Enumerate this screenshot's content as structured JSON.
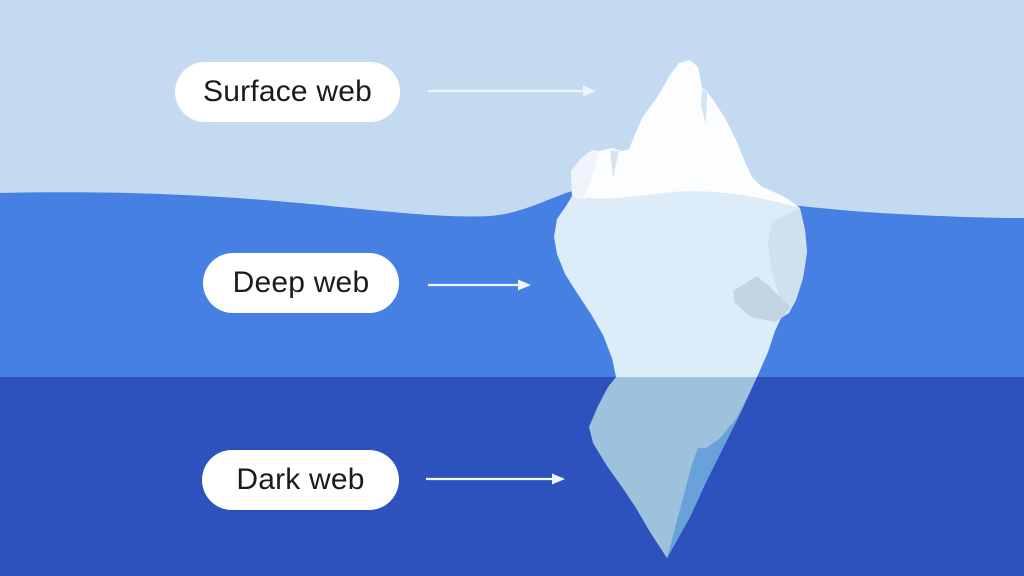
{
  "layers": [
    {
      "name": "Surface web",
      "band_color": "#c3daf1"
    },
    {
      "name": "Deep web",
      "band_color": "#4680e2"
    },
    {
      "name": "Dark web",
      "band_color": "#2d52bd"
    }
  ],
  "pill": {
    "background": "#ffffff",
    "text_color": "#1a1b1e"
  },
  "arrow": {
    "color": "#eff5fc"
  },
  "iceberg": {
    "tip_color": "#fbfdfe",
    "tip_facet_color": "#eef4fa",
    "tip_crack_color": "#d3e5f4",
    "mid_color": "#ddecf9",
    "mid_facet_light_color": "#cfe0ee",
    "mid_facet_dark_color": "#c2d4e2",
    "bottom_color": "#9fc2dc",
    "bottom_facet_color": "#67a3d8"
  }
}
